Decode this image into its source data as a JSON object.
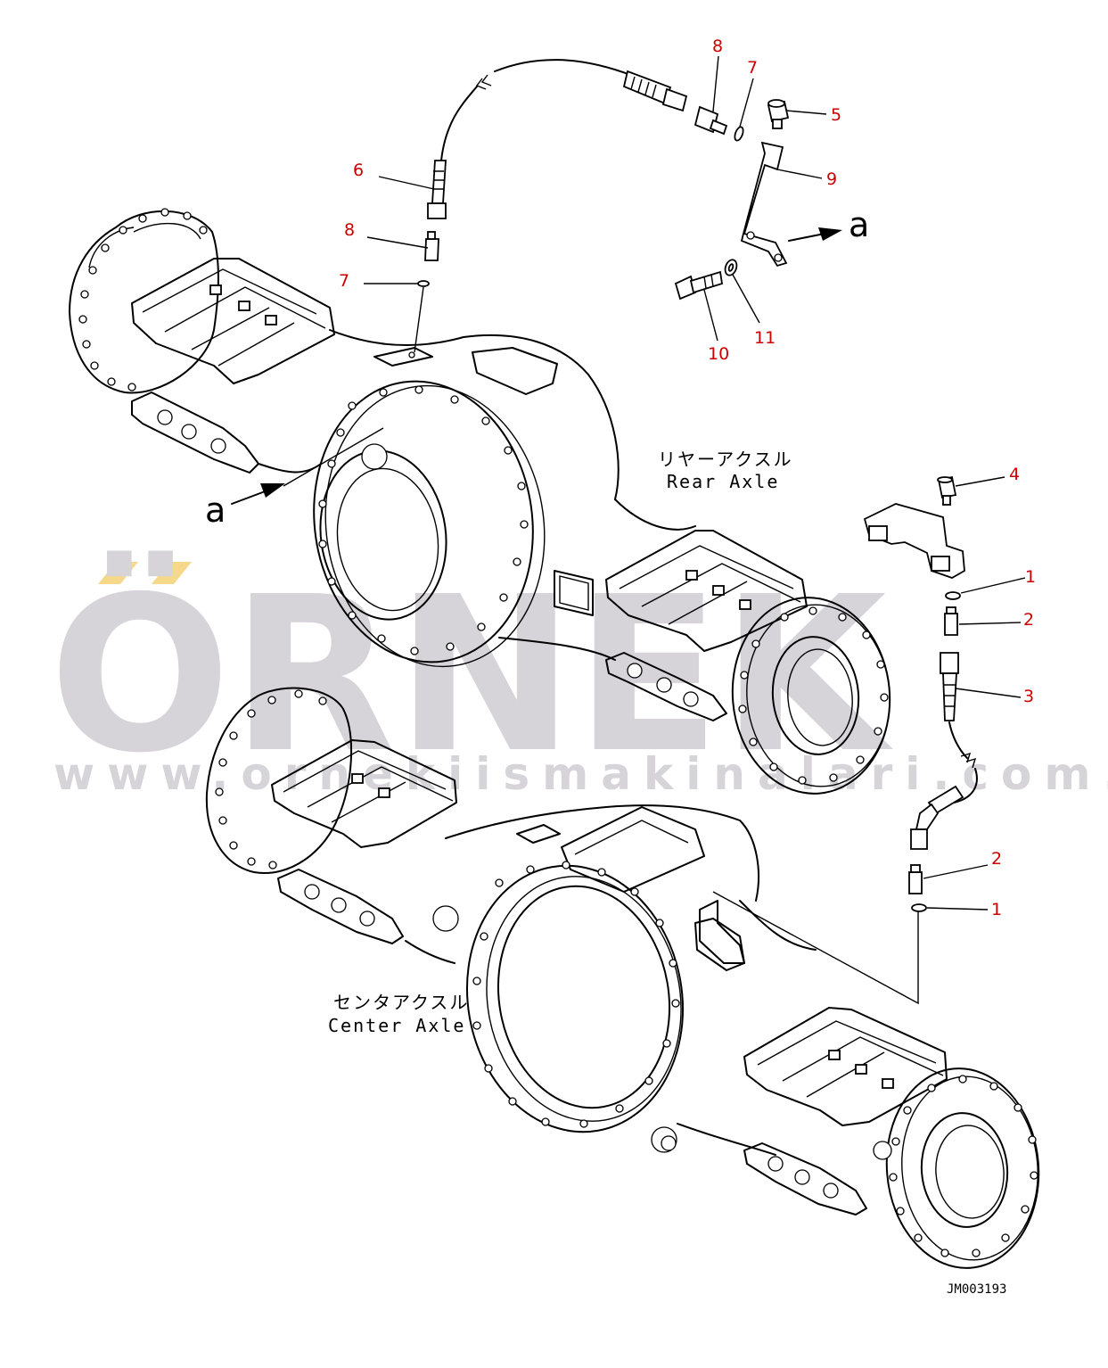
{
  "drawing_code": "JM003193",
  "watermark": {
    "brand": "ÖRNEK",
    "url": "www.ornekiismakinalari.com.tr"
  },
  "labels": {
    "rear_axle_jp": "リヤーアクスル",
    "rear_axle_en": "Rear Axle",
    "center_axle_jp": "センタアクスル",
    "center_axle_en": "Center Axle",
    "view_mark_left": "a",
    "view_mark_right": "a"
  },
  "callouts": [
    "8",
    "7",
    "5",
    "9",
    "6",
    "8",
    "7",
    "10",
    "11",
    "4",
    "1",
    "2",
    "3",
    "2",
    "1"
  ],
  "colors": {
    "callout": "#cc0000",
    "watermark": "#d6d3d9",
    "watermark_accent": "#f5d88a"
  }
}
